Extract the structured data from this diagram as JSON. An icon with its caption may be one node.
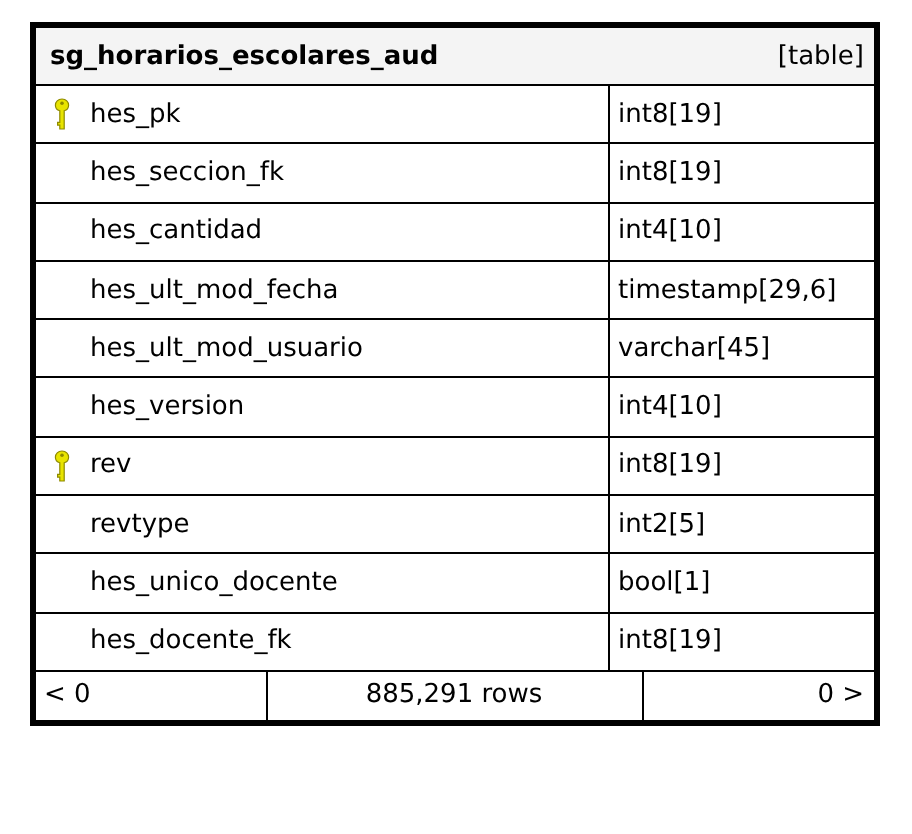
{
  "diagram": {
    "nodes": [
      {
        "text": [
          "sg_horarios_escolares_aud",
          "[table]"
        ]
      },
      {
        "text": [
          "hes_pk",
          "int8[19]"
        ],
        "in": 0
      },
      {
        "text": [
          "hes_seccion_fk",
          "int8[19]"
        ],
        "in": 0
      },
      {
        "text": [
          "hes_cantidad",
          "int4[10]"
        ],
        "in": 0
      },
      {
        "text": [
          "hes_ult_mod_fecha",
          "timestamp[29,6]"
        ],
        "in": 0
      },
      {
        "text": [
          "hes_ult_mod_usuario",
          "varchar[45]"
        ],
        "in": 0
      },
      {
        "text": [
          "hes_version",
          "int4[10]"
        ],
        "in": 0
      },
      {
        "text": [
          "rev",
          "int8[19]"
        ],
        "in": 0
      },
      {
        "text": [
          "revtype",
          "int2[5]"
        ],
        "in": 0
      },
      {
        "text": [
          "hes_unico_docente",
          "bool[1]"
        ],
        "in": 0
      },
      {
        "text": [
          "hes_docente_fk",
          "int8[19]"
        ],
        "in": 0
      },
      {
        "text": [
          "< 0",
          "885,291 rows",
          "0 >"
        ],
        "in": 0
      }
    ]
  }
}
